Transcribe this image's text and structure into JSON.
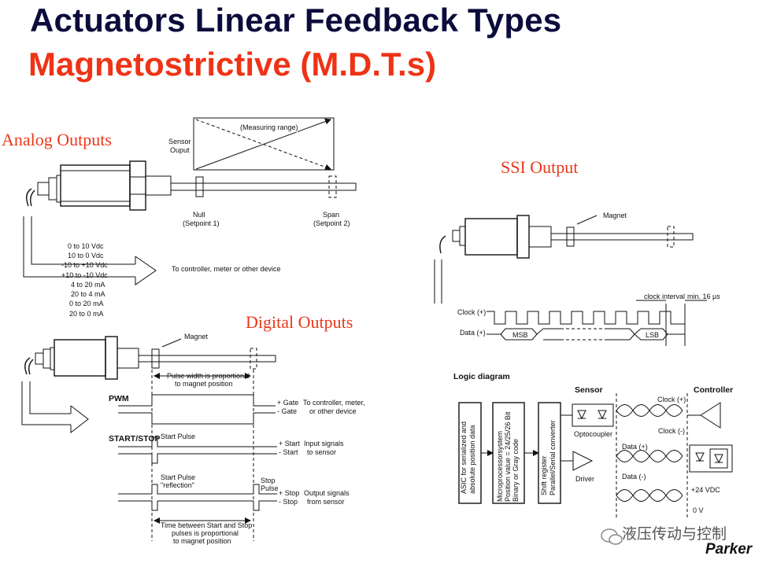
{
  "title_line1": "Actuators  Linear Feedback Types",
  "title_line2": "Magnetostrictive (M.D.T.s)",
  "colors": {
    "title_dark": "#0c0c3c",
    "accent": "#ee3316"
  },
  "sections": {
    "analog": "Analog  Outputs",
    "digital": "Digital  Outputs",
    "ssi": "SSI Output"
  },
  "analog_diagram": {
    "sensor_output_line1": "Sensor",
    "sensor_output_line2": "Ouput",
    "measuring_range": "(Measuring range)",
    "null_line1": "Null",
    "null_line2": "(Setpoint 1)",
    "span_line1": "Span",
    "span_line2": "(Setpoint 2)",
    "outputs": [
      "0 to 10 Vdc",
      "10 to 0 Vdc",
      "-10 to +10 Vdc",
      "+10 to -10 Vdc",
      "4 to 20 mA",
      "20 to 4 mA",
      "0 to 20 mA",
      "20 to 0 mA"
    ],
    "destination": "To controller, meter or other device"
  },
  "digital_diagram": {
    "magnet": "Magnet",
    "pulse_width_line1": "Pulse width is proportional",
    "pulse_width_line2": "to magnet position",
    "pwm": "PWM",
    "gate_plus": "+ Gate",
    "gate_minus": "- Gate",
    "gate_dest_line1": "To controller, meter,",
    "gate_dest_line2": "or other device",
    "start_stop": "START/STOP",
    "start_pulse": "Start Pulse",
    "start_plus": "+ Start",
    "start_minus": "- Start",
    "input_signals_line1": "Input signals",
    "input_signals_line2": "to sensor",
    "start_pulse_reflection_line1": "Start Pulse",
    "start_pulse_reflection_line2": "\"reflection\"",
    "stop_pulse_line1": "Stop",
    "stop_pulse_line2": "Pulse",
    "stop_plus": "+ Stop",
    "stop_minus": "- Stop",
    "output_signals_line1": "Output signals",
    "output_signals_line2": "from sensor",
    "time_line1": "Time between Start and Stop",
    "time_line2": "pulses is proportional",
    "time_line3": "to magnet position"
  },
  "ssi_diagram": {
    "magnet": "Magnet",
    "clock_interval": "clock interval",
    "min": "min. 16 µs",
    "clock": "Clock (+)",
    "data": "Data (+)",
    "msb": "MSB",
    "lsb": "LSB"
  },
  "logic_diagram": {
    "title": "Logic diagram",
    "sensor": "Sensor",
    "controller": "Controller",
    "block1_line1": "ASIC  for serialized and",
    "block1_line2": "absolute position data",
    "block2_line1": "Microprocessorsystem",
    "block2_line2": "Position value = 24/25/26 Bit",
    "block2_line3": "Binary or Gray code",
    "block3_line1": "Shift register",
    "block3_line2": "Parallel/Serial converter",
    "optocoupler": "Optocoupler",
    "driver": "Driver",
    "clock_plus": "Clock (+)",
    "clock_minus": "Clock (-)",
    "data_plus": "Data (+)",
    "data_minus": "Data (-)",
    "vdc": "+24 VDC",
    "zero_v": "0 V"
  },
  "watermark": {
    "text": "液压传动与控制",
    "brand": "Parker"
  }
}
